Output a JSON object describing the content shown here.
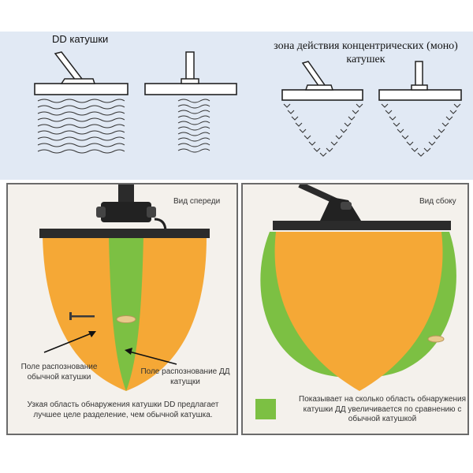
{
  "header": {
    "dd_label": "DD катушки",
    "concentric_label": "зона действия концентрических (моно) катушек"
  },
  "left_panel": {
    "view_label": "Вид спереди",
    "label_normal": "Поле распознование обычной катушки",
    "label_dd": "Поле распознование ДД катущки",
    "caption": "Узкая область обнаружения катушки DD предлагает лучшее целе разделение, чем обычной катушка."
  },
  "right_panel": {
    "view_label": "Вид сбоку",
    "caption": "Показывает на сколько область обнаружения  катушки ДД увеличивается по сравнению с обычной катушкой"
  },
  "colors": {
    "orange": "#f5a836",
    "green": "#7cc043",
    "band": "#e1e9f4",
    "coil": "#2b2b2b"
  }
}
